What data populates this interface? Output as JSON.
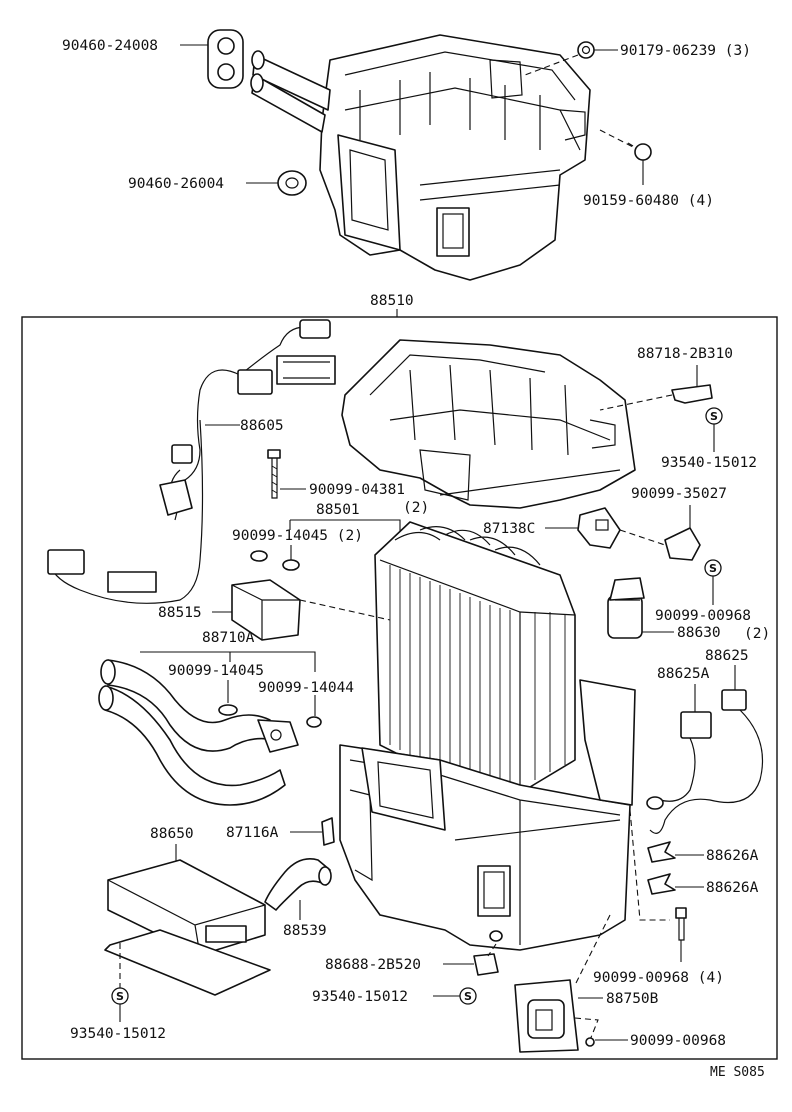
{
  "diagram": {
    "assembly_label": "88510",
    "footer_code": "ME S085",
    "labels": {
      "p90460_24008": "90460-24008",
      "p90179_06239": "90179-06239 (3)",
      "p90460_26004": "90460-26004",
      "p90159_60480": "90159-60480 (4)",
      "p88718_2B310": "88718-2B310",
      "p88605": "88605",
      "p93540_15012_a": "93540-15012",
      "p90099_04381": "90099-04381",
      "p90099_04381_qty": "(2)",
      "p88501": "88501",
      "p90099_35027": "90099-35027",
      "p87138C": "87138C",
      "p90099_14045_2": "90099-14045 (2)",
      "p90099_00968_a": "90099-00968",
      "p90099_00968_a_qty": "(2)",
      "p88515": "88515",
      "p88630": "88630",
      "p88710A": "88710A",
      "p88625": "88625",
      "p90099_14045": "90099-14045",
      "p88625A": "88625A",
      "p90099_14044": "90099-14044",
      "p88650": "88650",
      "p87116A": "87116A",
      "p88626A_1": "88626A",
      "p88626A_2": "88626A",
      "p88539": "88539",
      "p90099_00968_4": "90099-00968 (4)",
      "p88688_2B520": "88688-2B520",
      "p93540_15012_b": "93540-15012",
      "p88750B": "88750B",
      "p93540_15012_c": "93540-15012",
      "p90099_00968_b": "90099-00968"
    },
    "symbol_s": "S"
  }
}
